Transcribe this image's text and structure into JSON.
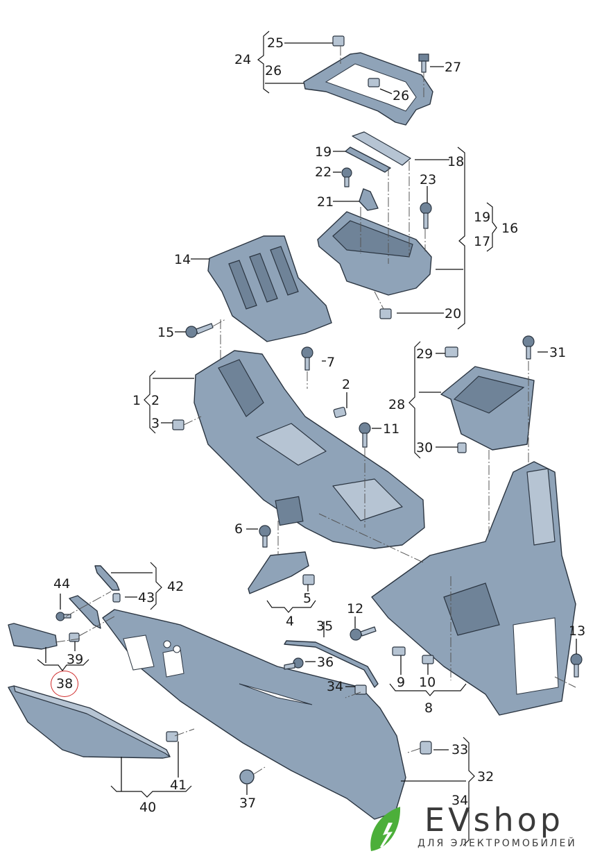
{
  "diagram": {
    "title": "Center console exploded parts diagram",
    "part_color": "#8fa3b8",
    "part_stroke": "#2a3440",
    "highlight_color": "#d02a2a",
    "highlighted_part": "38",
    "labels": [
      {
        "id": "l25",
        "text": "25"
      },
      {
        "id": "l24",
        "text": "24"
      },
      {
        "id": "l26a",
        "text": "26"
      },
      {
        "id": "l26b",
        "text": "26"
      },
      {
        "id": "l27",
        "text": "27"
      },
      {
        "id": "l19a",
        "text": "19"
      },
      {
        "id": "l18",
        "text": "18"
      },
      {
        "id": "l22",
        "text": "22"
      },
      {
        "id": "l23",
        "text": "23"
      },
      {
        "id": "l21",
        "text": "21"
      },
      {
        "id": "l19b",
        "text": "19"
      },
      {
        "id": "l16",
        "text": "16"
      },
      {
        "id": "l17",
        "text": "17"
      },
      {
        "id": "l14",
        "text": "14"
      },
      {
        "id": "l20",
        "text": "20"
      },
      {
        "id": "l15",
        "text": "15"
      },
      {
        "id": "l7",
        "text": "7"
      },
      {
        "id": "l29",
        "text": "29"
      },
      {
        "id": "l31",
        "text": "31"
      },
      {
        "id": "l1",
        "text": "1"
      },
      {
        "id": "l2a",
        "text": "2"
      },
      {
        "id": "l2b",
        "text": "2"
      },
      {
        "id": "l28",
        "text": "28"
      },
      {
        "id": "l3",
        "text": "3"
      },
      {
        "id": "l11",
        "text": "11"
      },
      {
        "id": "l30",
        "text": "30"
      },
      {
        "id": "l6",
        "text": "6"
      },
      {
        "id": "l44",
        "text": "44"
      },
      {
        "id": "l42",
        "text": "42"
      },
      {
        "id": "l43",
        "text": "43"
      },
      {
        "id": "l5",
        "text": "5"
      },
      {
        "id": "l4",
        "text": "4"
      },
      {
        "id": "l12",
        "text": "12"
      },
      {
        "id": "l35",
        "text": "35"
      },
      {
        "id": "l13",
        "text": "13"
      },
      {
        "id": "l39",
        "text": "39"
      },
      {
        "id": "l36",
        "text": "36"
      },
      {
        "id": "l9",
        "text": "9"
      },
      {
        "id": "l10",
        "text": "10"
      },
      {
        "id": "l38",
        "text": "38"
      },
      {
        "id": "l34a",
        "text": "34"
      },
      {
        "id": "l8",
        "text": "8"
      },
      {
        "id": "l33",
        "text": "33"
      },
      {
        "id": "l32",
        "text": "32"
      },
      {
        "id": "l41",
        "text": "41"
      },
      {
        "id": "l34b",
        "text": "34"
      },
      {
        "id": "l37",
        "text": "37"
      },
      {
        "id": "l40",
        "text": "40"
      }
    ]
  },
  "branding": {
    "title": "EVshop",
    "subtitle": "ДЛЯ ЭЛЕКТРОМОБИЛЕЙ",
    "leaf_color": "#4caf3a",
    "text_color": "#3a3a3a"
  }
}
